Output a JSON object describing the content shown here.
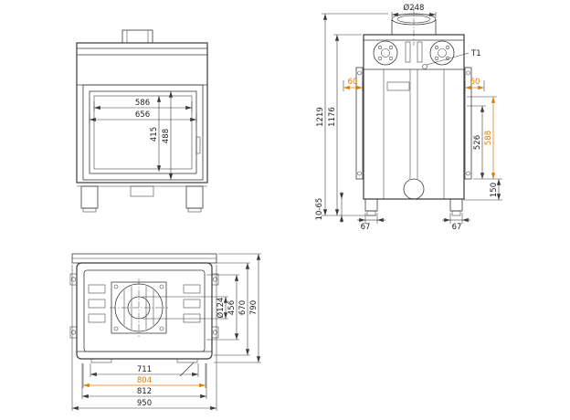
{
  "colors": {
    "line": "#3a3a3a",
    "accent": "#e07b00",
    "background": "#ffffff"
  },
  "front_view": {
    "dim_width_inner": "586",
    "dim_width_outer": "656",
    "dim_height_inner": "415",
    "dim_height_outer": "488"
  },
  "rear_view": {
    "dim_flue_diameter": "Ø248",
    "label_sensor": "T1",
    "dim_side_left": "60",
    "dim_side_right": "60",
    "dim_height_total": "1219",
    "dim_height_body": "1176",
    "dim_panel_height": "526",
    "dim_panel_height_outer": "588",
    "dim_base_height": "150",
    "dim_leveling_range": "10-65",
    "dim_foot_left": "67",
    "dim_foot_right": "67"
  },
  "top_view": {
    "dim_hole_diameter": "Ø124",
    "dim_depth_inner": "456",
    "dim_depth_body": "670",
    "dim_depth_total": "790",
    "dim_width_opening": "711",
    "dim_width_accent": "804",
    "dim_width_body": "812",
    "dim_width_front_frame": "950"
  }
}
